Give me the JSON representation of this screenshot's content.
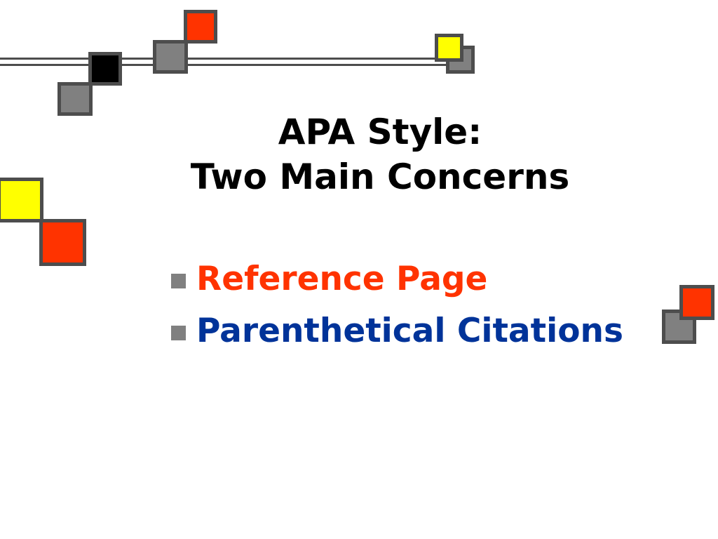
{
  "slide": {
    "title_line1": "APA Style:",
    "title_line2": "Two Main Concerns",
    "bullets": [
      {
        "text": "Reference Page",
        "color": "#ff3300"
      },
      {
        "text": "Parenthetical Citations",
        "color": "#003399"
      }
    ]
  },
  "decoration": {
    "line_color": "#4d4d4d",
    "square_colors": {
      "gray": "#808080",
      "red": "#ff3300",
      "yellow": "#ffff00",
      "black": "#000000"
    },
    "bullet_marker_color": "#808080",
    "bullet_marker_icon": "square-bullet-icon"
  }
}
